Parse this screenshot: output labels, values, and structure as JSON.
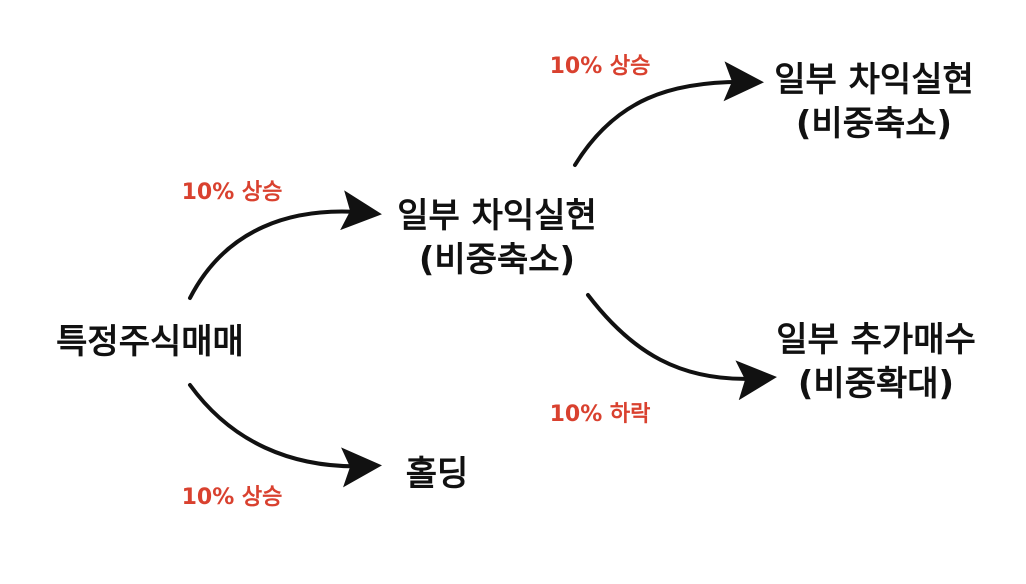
{
  "nodes": {
    "root": {
      "label": "특정주식매매"
    },
    "partial_profit": {
      "line1": "일부 차익실현",
      "line2": "(비중축소)"
    },
    "hold": {
      "label": "홀딩"
    },
    "partial_profit_2": {
      "line1": "일부 차익실현",
      "line2": "(비중축소)"
    },
    "additional_buy": {
      "line1": "일부 추가매수",
      "line2": "(비중확대)"
    }
  },
  "edges": {
    "root_to_partial": "10% 상승",
    "root_to_hold": "10% 상승",
    "partial_to_partial_2": "10% 상승",
    "partial_to_additional": "10% 하락"
  },
  "colors": {
    "label": "#d9412f",
    "text": "#111111",
    "arrow": "#111111"
  }
}
